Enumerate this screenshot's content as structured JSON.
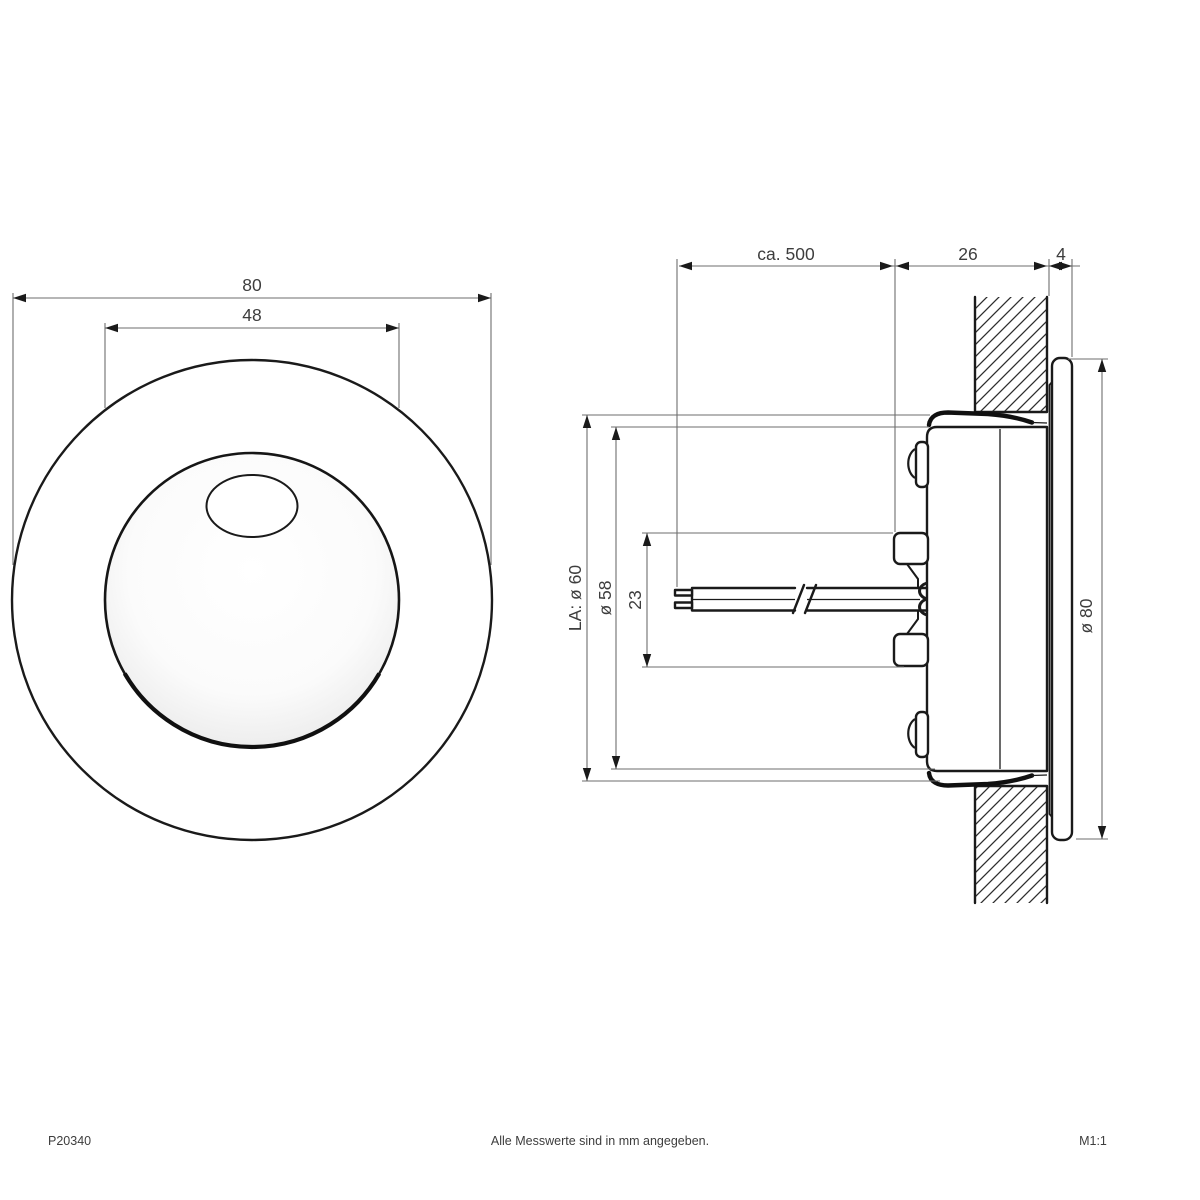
{
  "front_view": {
    "dim_outer_diameter": "80",
    "dim_dome_diameter": "48"
  },
  "side_view": {
    "dim_cable_length": "ca. 500",
    "dim_recess_depth": "26",
    "dim_cover_thickness": "4",
    "dim_cutout": "LA: ø 60",
    "dim_housing_diameter": "ø 58",
    "dim_terminal_span": "23",
    "dim_cover_diameter": "ø 80"
  },
  "footer": {
    "article_number": "P20340",
    "units_note": "Alle Messwerte sind in mm angegeben.",
    "scale": "M1:1"
  },
  "colors": {
    "object_line": "#1a1a1a",
    "dimension_line": "#6e6e6e",
    "text": "#3d3d3d",
    "background": "#ffffff"
  }
}
